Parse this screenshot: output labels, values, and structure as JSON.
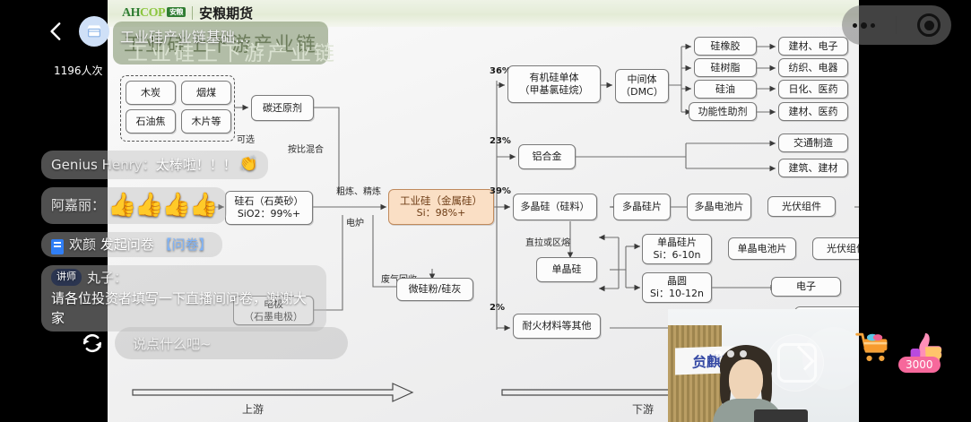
{
  "header": {
    "back_icon": "chevron-left-icon",
    "shop_icon": "shop-icon",
    "viewer_count": "1196人次",
    "more_icon": "more-dots-icon",
    "record_icon": "record-circle-icon"
  },
  "slide": {
    "brand_mark_a": "AH",
    "brand_mark_c": "COP",
    "brand_badge": "安粮",
    "brand_name": "安粮期货",
    "title": "工业硅上下游产业链",
    "overlay_title": "工业硅产业链基础…",
    "upstream_label": "上游",
    "downstream_label": "下游",
    "boxes": {
      "charcoal": "木炭",
      "bituminous_coal": "烟煤",
      "petroleum_coke": "石油焦",
      "wood_chips": "木片等",
      "carbon_reductant": "碳还原剂",
      "silica_l1": "硅石（石英砂）",
      "silica_l2": "SiO2：99%+",
      "electrode_l1": "电极",
      "electrode_l2": "（石墨电极）",
      "industrial_silicon_l1": "工业硅（金属硅）",
      "industrial_silicon_l2": "Si：98%+",
      "microsilica": "微硅粉/硅灰",
      "organosilicon_l1": "有机硅单体",
      "organosilicon_l2": "（甲基氯硅烷）",
      "intermediate_l1": "中间体",
      "intermediate_l2": "（DMC）",
      "silicone_rubber": "硅橡胶",
      "silicone_resin": "硅树脂",
      "silicone_oil": "硅油",
      "functional_additive": "功能性助剂",
      "use_building_electronics": "建材、电子",
      "use_textile_appliance": "纺织、电器",
      "use_daily_pharma": "日化、医药",
      "use_building_pharma": "建材、医药",
      "aluminum_alloy": "铝合金",
      "use_transport": "交通制造",
      "use_construction": "建筑、建材",
      "polysilicon": "多晶硅（硅料）",
      "poly_wafer": "多晶硅片",
      "poly_cell": "多晶电池片",
      "pv_module_1": "光伏组件",
      "mono_silicon": "单晶硅",
      "mono_wafer_l1": "单晶硅片",
      "mono_wafer_l2": "Si：6-10n",
      "mono_cell": "单晶电池片",
      "pv_module_2": "光伏组件",
      "wafer_l1": "晶圆",
      "wafer_l2": "Si：10-12n",
      "use_electronics": "电子",
      "refractory": "耐火材料等其他"
    },
    "labels": {
      "optional": "可选",
      "mix_ratio": "按比混合",
      "smelt_refine": "粗炼、精炼",
      "electric_furnace": "电炉",
      "gas_recovery": "废气回收",
      "cz_or_fz": "直拉或区熔",
      "pct_36": "36%",
      "pct_23": "23%",
      "pct_39": "39%",
      "pct_2": "2%"
    }
  },
  "chat": {
    "messages": [
      {
        "type": "text",
        "user": "Genius Henry：",
        "text": "太棒啦！！！",
        "emoji": "👏"
      },
      {
        "type": "emoji",
        "user": "阿嘉丽：",
        "emoji": "👍👍👍👍"
      },
      {
        "type": "survey",
        "icon": "survey-doc-icon",
        "user": "欢颜",
        "text": "发起问卷",
        "link": "【问卷】"
      },
      {
        "type": "host",
        "badge": "讲师",
        "user": "丸子：",
        "text": "请各位投资者填写一下直播间问卷，谢谢大家"
      }
    ],
    "composer_placeholder": "说点什么吧~",
    "refresh_icon": "refresh-icon"
  },
  "pip": {
    "banner_text": "贠麒射",
    "more_icon": "more-dots-icon",
    "share_icon": "share-icon"
  },
  "actions": {
    "cart_icon": "shopping-cart-icon",
    "like_icon": "thumbs-up-icon",
    "like_count": "3000"
  },
  "colors": {
    "highlight_box_bg": "#fadfc5",
    "highlight_box_border": "#c08a5c",
    "slide_header": "#e4ecd6",
    "brand_green": "#2f7d32",
    "like_badge": "#f6689b"
  }
}
